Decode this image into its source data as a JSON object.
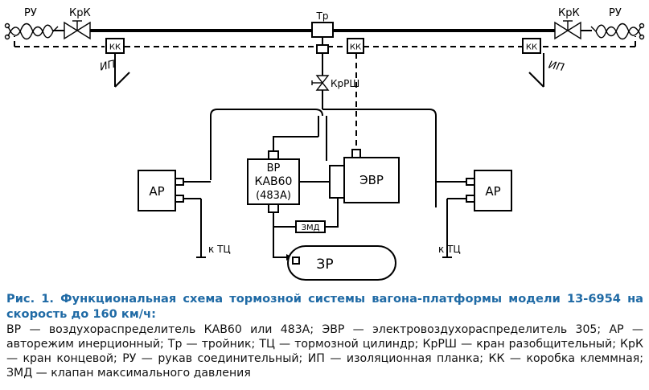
{
  "diagram": {
    "ru_left": "РУ",
    "krk_left": "КрК",
    "kk_left": "КК",
    "tr": "Тр",
    "kk_center": "КК",
    "kk_right": "КК",
    "krk_right": "КрК",
    "ru_right": "РУ",
    "ip_left": "ИП",
    "ip_right": "ИП",
    "krsh": "КрРШ",
    "vr_line1": "ВР",
    "vr_line2": "КАВ60",
    "vr_line3": "(483А)",
    "evr": "ЭВР",
    "ar_left": "АР",
    "ar_right": "АР",
    "tc_left": "к ТЦ",
    "tc_right": "к ТЦ",
    "zmd": "ЗМД",
    "zr": "ЗР"
  },
  "caption": {
    "title": "Рис. 1. Функциональная схема тормозной системы вагона-платформы модели 13-6954 на скорость до 160 км/ч:",
    "legend": "ВР — воздухораспределитель КАВ60 или 483А; ЭВР — электровоздухораспределитель 305; АР — авторежим инерционный; Тр — тройник; ТЦ — тормозной цилиндр; КрРШ — кран разобщительный; КрК — кран концевой; РУ — рукав соединительный; ИП — изоляционная планка; КК — коробка клеммная; ЗМД — клапан максимального давления"
  },
  "colors": {
    "caption_title": "#1f6aa5",
    "caption_text": "#111111",
    "lines": "#000000"
  }
}
